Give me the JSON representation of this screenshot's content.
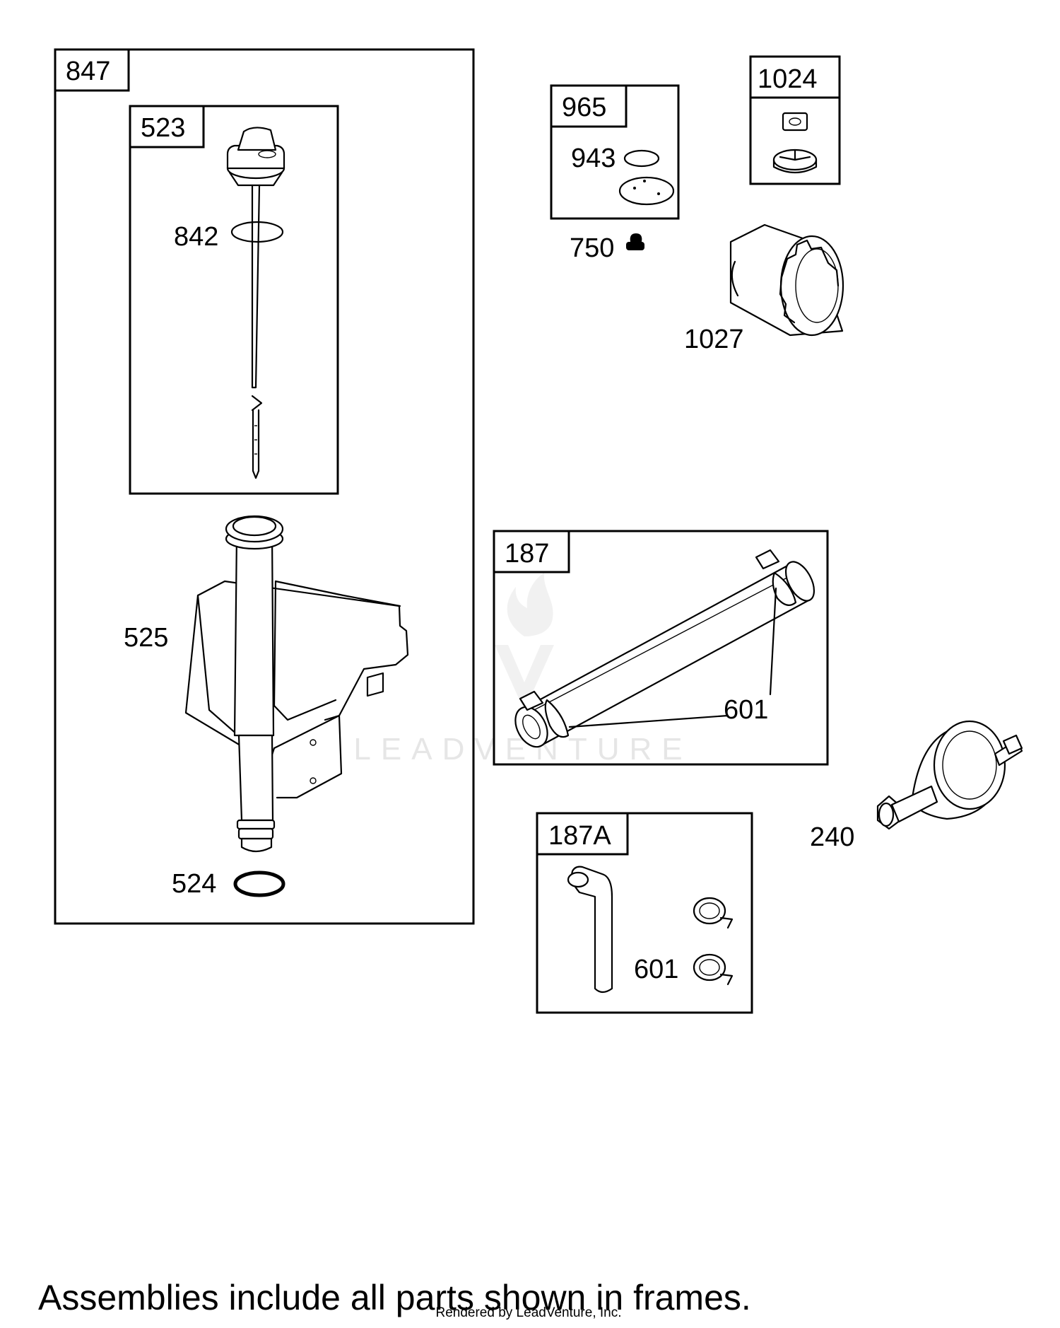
{
  "frames": [
    {
      "id": "847",
      "label": "847"
    },
    {
      "id": "523",
      "label": "523"
    },
    {
      "id": "965",
      "label": "965"
    },
    {
      "id": "1024",
      "label": "1024"
    },
    {
      "id": "187",
      "label": "187"
    },
    {
      "id": "187A",
      "label": "187A"
    }
  ],
  "parts": {
    "p842": "842",
    "p525": "525",
    "p524": "524",
    "p943": "943",
    "p750": "750",
    "p1027": "1027",
    "p601a": "601",
    "p240": "240",
    "p601b": "601"
  },
  "watermark": {
    "text": "LEADVENTURE"
  },
  "footer": {
    "note": "Assemblies include all parts shown in frames.",
    "credit": "Rendered by LeadVenture, Inc."
  },
  "colors": {
    "line": "#000000",
    "background": "#ffffff",
    "watermark": "#e6e6e6"
  }
}
